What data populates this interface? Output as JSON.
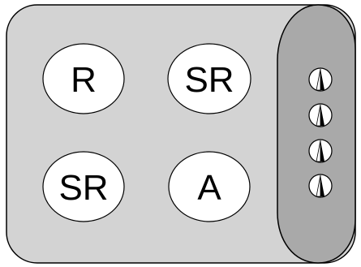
{
  "panel": {
    "fill": "#d3d3d3",
    "stroke": "#000000"
  },
  "side_strip": {
    "fill": "#a9a9a9",
    "stroke": "#000000"
  },
  "badges": [
    {
      "label": "R"
    },
    {
      "label": "SR"
    },
    {
      "label": "SR"
    },
    {
      "label": "A"
    }
  ],
  "badge_style": {
    "fill": "#ffffff",
    "stroke": "#000000"
  },
  "indicators": {
    "count": 4,
    "icon": "compass-needle-icon"
  }
}
